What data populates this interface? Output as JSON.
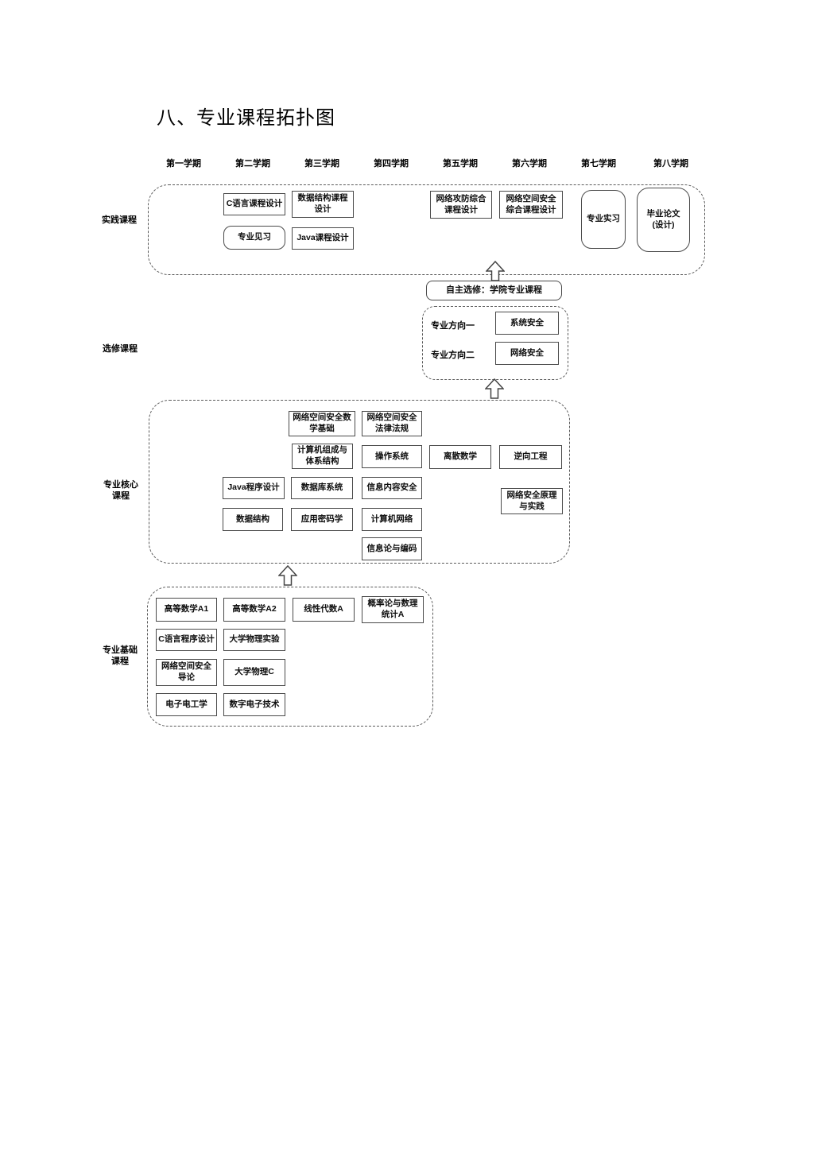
{
  "title": "八、专业课程拓扑图",
  "semesters": [
    "第一学期",
    "第二学期",
    "第三学期",
    "第四学期",
    "第五学期",
    "第六学期",
    "第七学期",
    "第八学期"
  ],
  "practice": {
    "label": "实践课程",
    "courses": [
      "C语言课程设计",
      "数据结构课程\n设计",
      "专业见习",
      "Java课程设计",
      "网络攻防综合\n课程设计",
      "网络空间安全\n综合课程设计",
      "专业实习",
      "毕业论文\n(设计)"
    ]
  },
  "elective": {
    "label": "选修课程",
    "header": "自主选修：学院专业课程",
    "tracks": [
      {
        "label": "专业方向一",
        "course": "系统安全"
      },
      {
        "label": "专业方向二",
        "course": "网络安全"
      }
    ]
  },
  "core": {
    "label": "专业核心\n课程",
    "courses": [
      "网络空间安全数\n学基础",
      "网络空间安全\n法律法规",
      "计算机组成与\n体系结构",
      "操作系统",
      "离散数学",
      "逆向工程",
      "Java程序设计",
      "数据库系统",
      "信息内容安全",
      "网络安全原理\n与实践",
      "数据结构",
      "应用密码学",
      "计算机网络",
      "信息论与编码"
    ]
  },
  "basic": {
    "label": "专业基础\n课程",
    "courses": [
      "高等数学A1",
      "高等数学A2",
      "线性代数A",
      "概率论与数理\n统计A",
      "C语言程序设计",
      "大学物理实验",
      "网络空间安全\n导论",
      "大学物理C",
      "电子电工学",
      "数字电子技术"
    ]
  },
  "colors": {
    "box_border": "#4a4a4a",
    "dashed_border": "#5a5a5a",
    "text": "#111111"
  }
}
